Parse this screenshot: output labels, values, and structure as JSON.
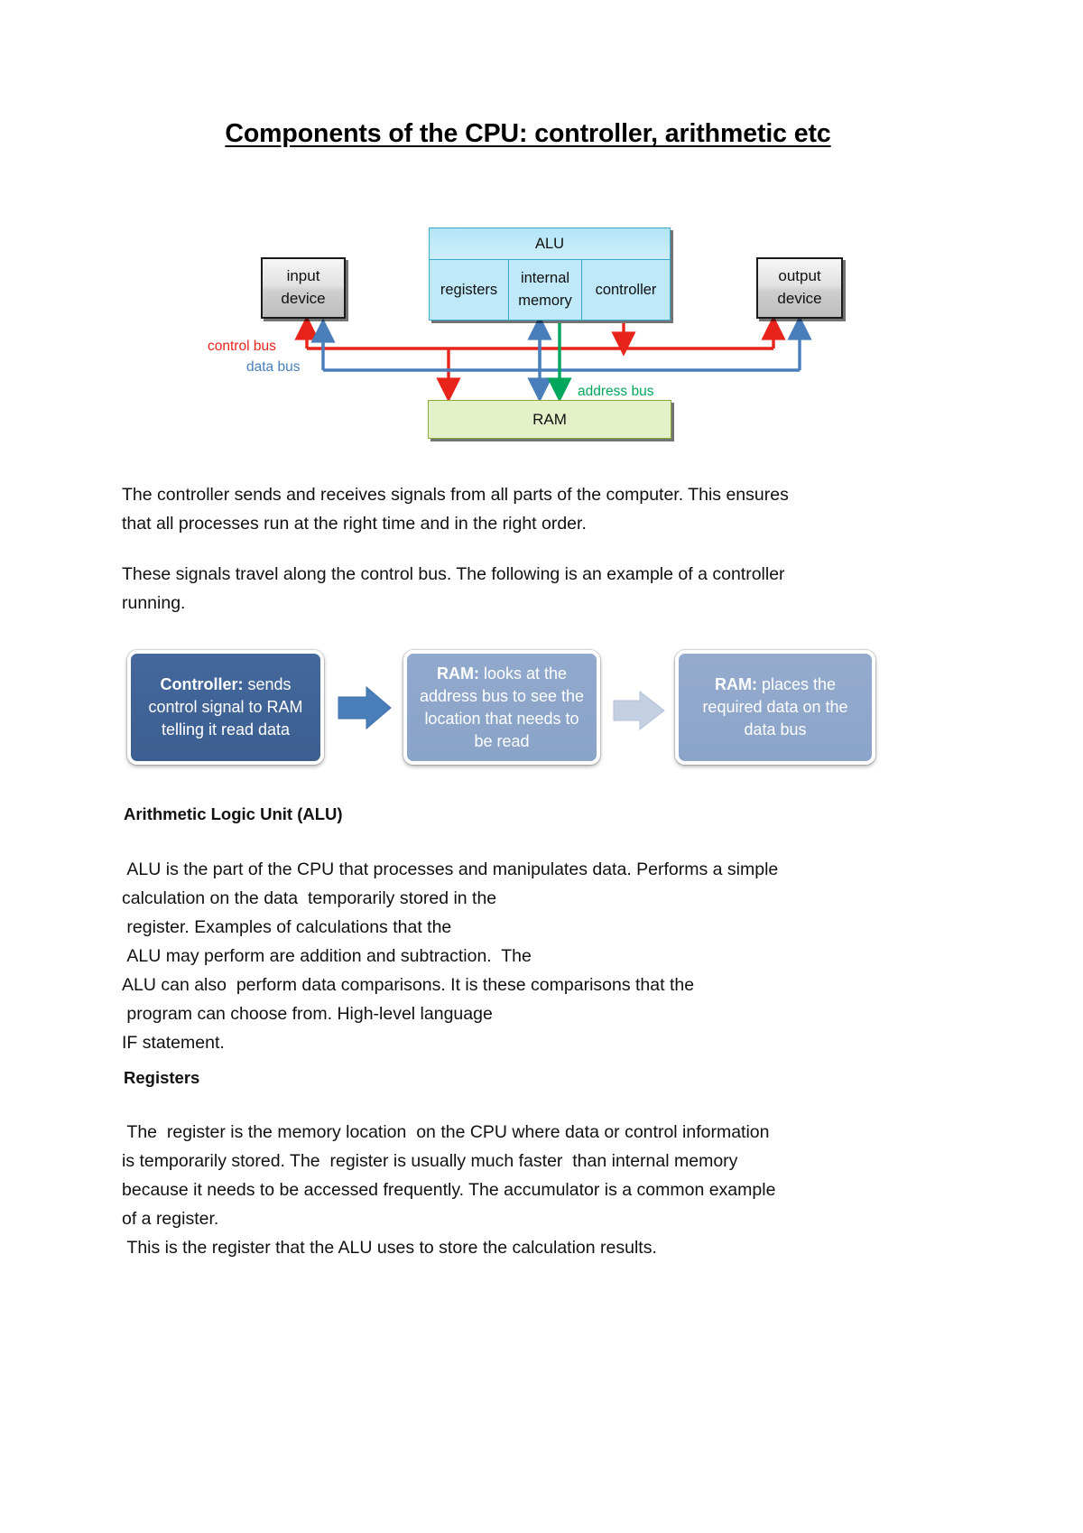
{
  "document": {
    "title": "Components of the CPU: controller, arithmetic etc"
  },
  "diagram": {
    "input_device": {
      "line1": "input",
      "line2": "device"
    },
    "output_device": {
      "line1": "output",
      "line2": "device"
    },
    "cpu": {
      "alu_label": "ALU",
      "registers_label": "registers",
      "internal_memory_line1": "internal",
      "internal_memory_line2": "memory",
      "controller_label": "controller"
    },
    "ram_label": "RAM",
    "buses": {
      "control_bus": "control bus",
      "data_bus": "data bus",
      "address_bus": "address bus"
    },
    "colors": {
      "control_bus": "#e8241a",
      "data_bus": "#4a7ebb",
      "address_bus": "#00a65a",
      "cpu_fill": "#bfe9f8",
      "cpu_border": "#3aa9d0",
      "ram_fill": "#e4f0c8",
      "ram_border": "#8aab3c"
    }
  },
  "paragraphs": {
    "controller_line1": "The controller sends and receives signals from all parts of the computer. This ensures",
    "controller_line2": "that all processes run at the right time and in the right order.",
    "signals_line1": "These signals travel along the control bus. The following is an example of a controller",
    "signals_line2": "running."
  },
  "flowchart": {
    "steps": [
      {
        "bold": "Controller:",
        "rest": " sends control signal to RAM telling it read data",
        "color": "#3c5f90"
      },
      {
        "bold": "RAM:",
        "rest": " looks at the address bus to see the location that needs to be read",
        "color": "#8aa3c8"
      },
      {
        "bold": "RAM:",
        "rest": " places the required data on the data bus",
        "color": "#8ba4c9"
      }
    ],
    "arrow_colors": [
      "#4a7ebb",
      "#c3cfe2"
    ]
  },
  "sections": {
    "alu": {
      "heading": "Arithmetic Logic Unit (ALU)",
      "lines": [
        " ALU is the part of the CPU that processes and manipulates data. Performs a simple",
        "calculation on the data  temporarily stored in the",
        " register. Examples of calculations that the",
        " ALU may perform are addition and subtraction.  The",
        "ALU can also  perform data comparisons. It is these comparisons that the",
        " program can choose from. High-level language",
        "IF statement."
      ]
    },
    "registers": {
      "heading": "Registers",
      "lines": [
        " The  register is the memory location  on the CPU where data or control information",
        "is temporarily stored. The  register is usually much faster  than internal memory",
        "because it needs to be accessed frequently. The accumulator is a common example",
        "of a register.",
        " This is the register that the ALU uses to store the calculation results."
      ]
    }
  }
}
